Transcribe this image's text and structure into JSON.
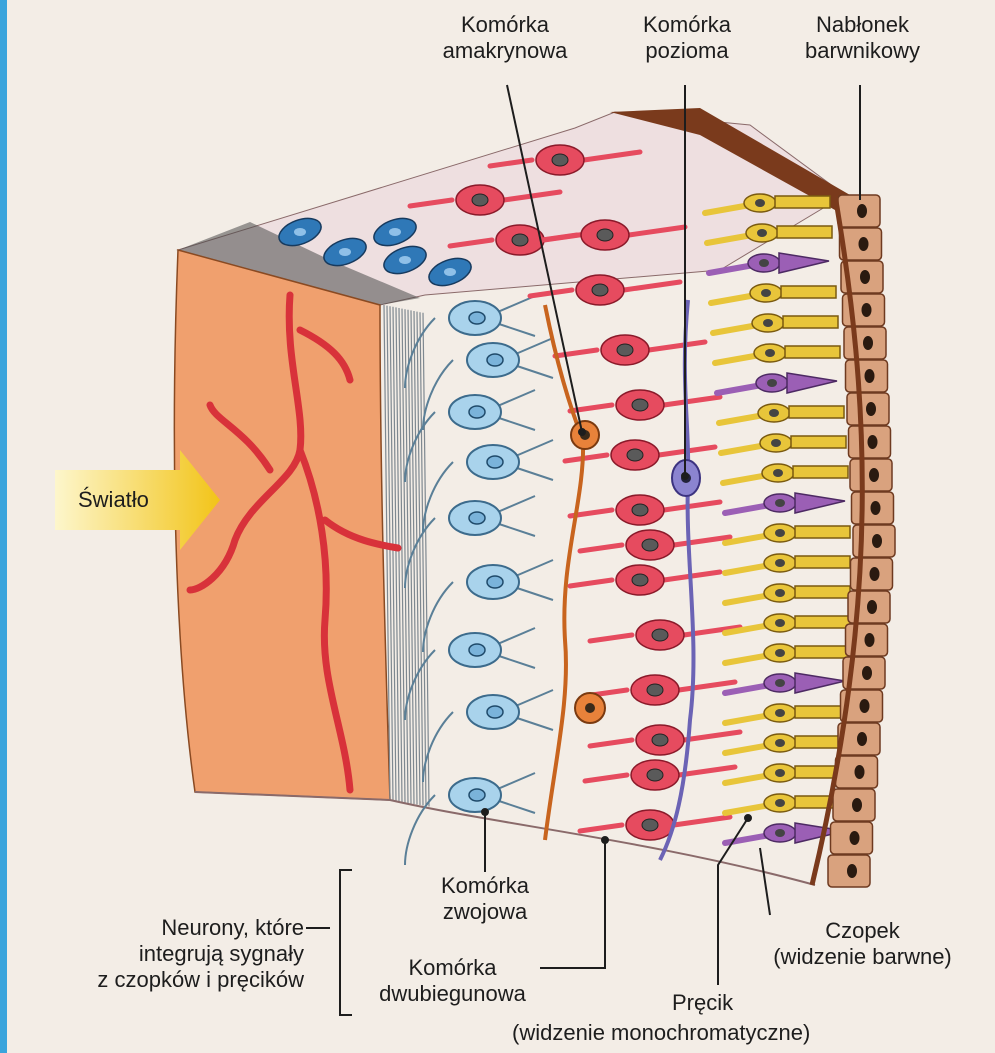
{
  "labels": {
    "amacrine": [
      "Komórka",
      "amakrynowa"
    ],
    "horizontal": [
      "Komórka",
      "pozioma"
    ],
    "pigment": [
      "Nabłonek",
      "barwnikowy"
    ],
    "light": "Światło",
    "ganglion": [
      "Komórka",
      "zwojowa"
    ],
    "bipolar": [
      "Komórka",
      "dwubiegunowa"
    ],
    "neurons": [
      "Neurony, które",
      "integrują sygnały",
      "z czopków i pręcików"
    ],
    "cone": [
      "Czopek",
      "(widzenie barwne)"
    ],
    "rod": [
      "Pręcik",
      "(widzenie monochromatyczne)"
    ]
  },
  "colors": {
    "nerve_layer": "#f0a06e",
    "vessel": "#d8323a",
    "fiber": "#7e8890",
    "ganglion_cell": "#a9d3ec",
    "ganglion_back": "#2f78b7",
    "bipolar_cell": "#e64b5f",
    "amacrine_cell": "#c8641e",
    "horizontal_cell": "#6b63b5",
    "rod": "#e8c53a",
    "cone": "#9b5fb5",
    "epithelium": "#d9a27e",
    "epithelium_dark": "#7a3a1c",
    "arrow": "#f2c418",
    "background": "#f3ede6"
  }
}
